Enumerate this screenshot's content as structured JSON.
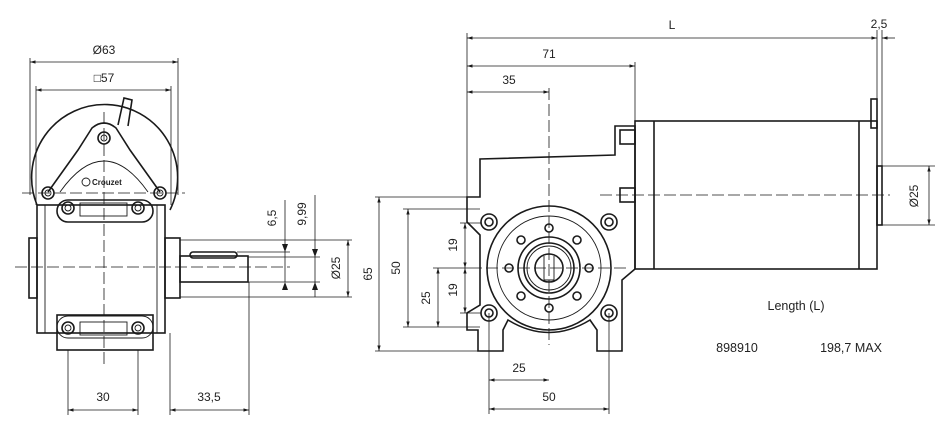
{
  "side_view": {
    "dim_housing_diameter": "Ø63",
    "dim_square_flange": "□57",
    "dim_key_depth": "6,5",
    "dim_shaft_key_height": "9,99",
    "dim_shaft_diameter": "Ø25",
    "dim_mount_spacing": "30",
    "dim_shaft_length": "33,5",
    "logo_text": "Crouzet"
  },
  "front_view": {
    "dim_length": "L",
    "dim_rear_shaft": "2,5",
    "dim_71": "71",
    "dim_35": "35",
    "dim_rear_shaft_diameter": "Ø25",
    "dim_65": "65",
    "dim_50_vertical": "50",
    "dim_25_vertical": "25",
    "dim_19_upper": "19",
    "dim_19_lower": "19",
    "dim_25_horizontal": "25",
    "dim_50_horizontal": "50"
  },
  "length_table": {
    "header": "Length (L)",
    "rows": [
      {
        "part_number": "898910",
        "length": "198,7 MAX"
      }
    ]
  }
}
